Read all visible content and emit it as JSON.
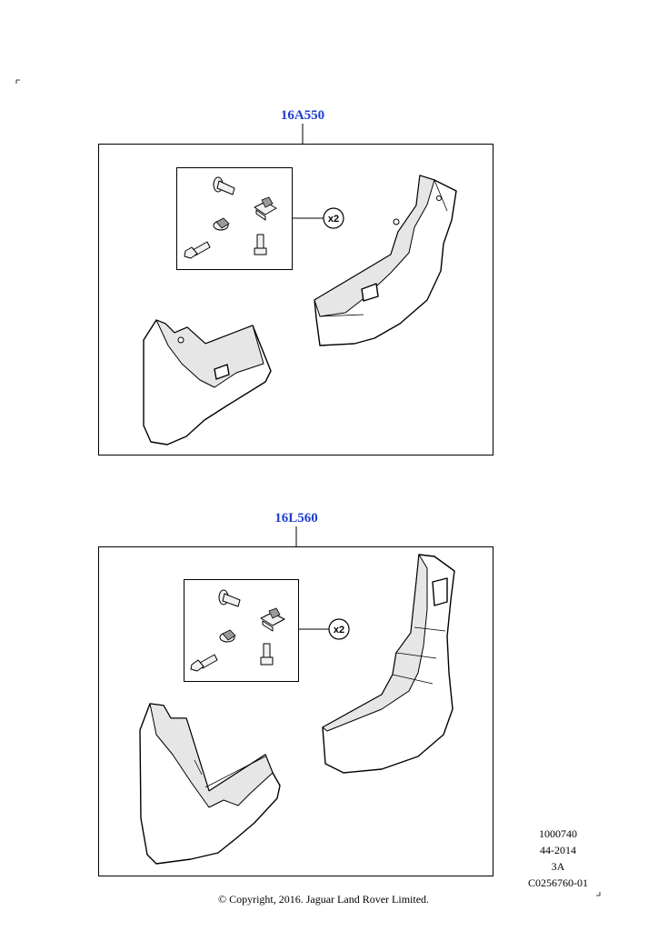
{
  "diagram": {
    "panels": [
      {
        "part_number": "16A550",
        "quantity_label": "x2"
      },
      {
        "part_number": "16L560",
        "quantity_label": "x2"
      }
    ],
    "meta_lines": [
      "1000740",
      "44-2014",
      "3A",
      "C0256760-01"
    ],
    "copyright": "© Copyright, 2016. Jaguar Land Rover Limited.",
    "colors": {
      "part_number_text": "#1f3fd1",
      "line": "#000000"
    }
  }
}
